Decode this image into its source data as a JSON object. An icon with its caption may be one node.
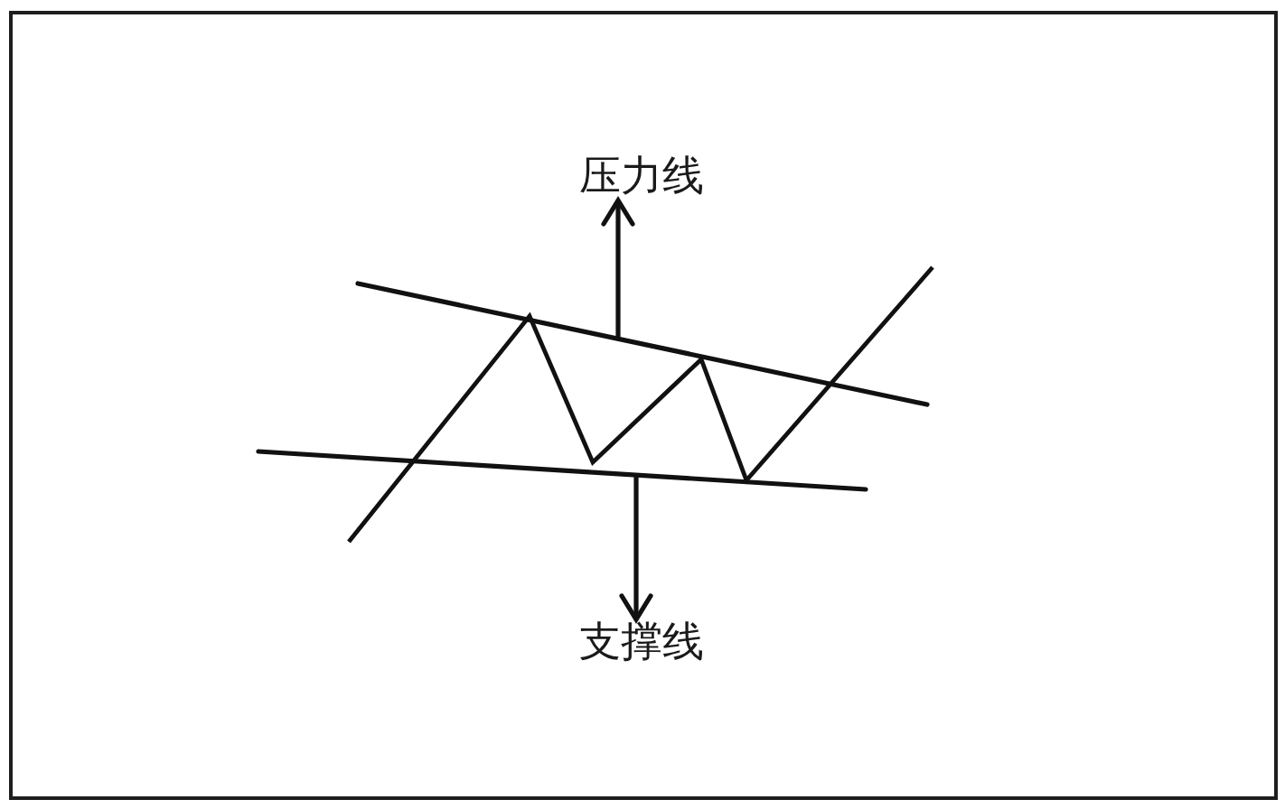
{
  "diagram": {
    "nodes": [
      {
        "text": [
          "压力线"
        ]
      },
      {
        "text": [],
        "shape": "line"
      },
      {
        "text": [],
        "shape": "line"
      },
      {
        "text": [
          "支撑线"
        ]
      }
    ],
    "edges": [
      {
        "from": 1,
        "to": 0,
        "arrow": "to"
      },
      {
        "from": 2,
        "to": 3,
        "arrow": "to"
      }
    ]
  }
}
